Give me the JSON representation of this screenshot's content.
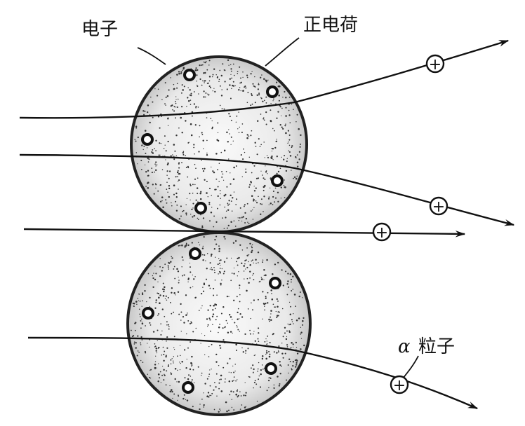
{
  "labels": {
    "electron": "电子",
    "positive_charge": "正电荷",
    "alpha_symbol": "α",
    "alpha_suffix": "粒子"
  },
  "particle_marker": "+",
  "colors": {
    "ink": "#111111",
    "background": "#ffffff"
  }
}
